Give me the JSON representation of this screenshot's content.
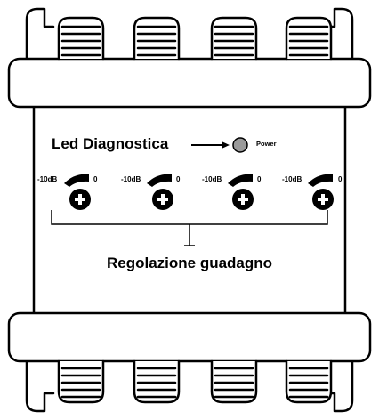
{
  "labels": {
    "led": "Led Diagnostica",
    "power": "Power",
    "gain": "Regolazione guadagno"
  },
  "controls": [
    {
      "min": "-10dB",
      "max": "0"
    },
    {
      "min": "-10dB",
      "max": "0"
    },
    {
      "min": "-10dB",
      "max": "0"
    },
    {
      "min": "-10dB",
      "max": "0"
    }
  ],
  "colors": {
    "outline": "#000000",
    "led": "#9a9a9a",
    "body": "#ffffff"
  }
}
